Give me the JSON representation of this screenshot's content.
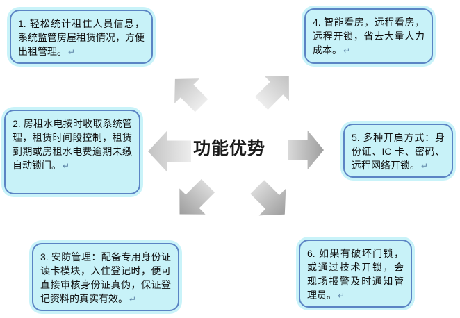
{
  "title": "功能优势",
  "marks": {
    "eol": "↵"
  },
  "boxes": [
    {
      "id": "1",
      "text": "1. 轻松统计租住人员信息，系统监管房屋租赁情况，方便出租管理。"
    },
    {
      "id": "2",
      "text": "2. 房租水电按时收取系统管理，租赁时间段控制，租赁到期或房租水电费逾期未缴自动锁门。"
    },
    {
      "id": "3",
      "text": "3. 安防管理：配备专用身份证读卡模块，入住登记时，便可直接审核身份证真伪，保证登记资料的真实有效。"
    },
    {
      "id": "4",
      "text": "4. 智能看房，远程看房，远程开锁，省去大量人力成本。"
    },
    {
      "id": "5",
      "text": "5. 多种开启方式：身份证、IC 卡、密码、远程网络开锁。"
    },
    {
      "id": "6",
      "text": "6. 如果有破坏门锁，或通过技术开锁，会现场报警及时通知管理员。"
    }
  ],
  "arrows": [
    {
      "direction": "up-left"
    },
    {
      "direction": "up-right"
    },
    {
      "direction": "left"
    },
    {
      "direction": "right"
    },
    {
      "direction": "down-left"
    },
    {
      "direction": "down-right"
    }
  ],
  "colors": {
    "box_fill": "#c8f2f8",
    "box_halo": "#c9f3f9",
    "box_border": "#5b84c4",
    "arrow_light_start": "#ededed",
    "arrow_light_end": "#c2c2c2",
    "arrow_mid_start": "#dadada",
    "arrow_mid_end": "#9e9e9e",
    "title_color": "#1c1c1c",
    "background": "#ffffff"
  }
}
